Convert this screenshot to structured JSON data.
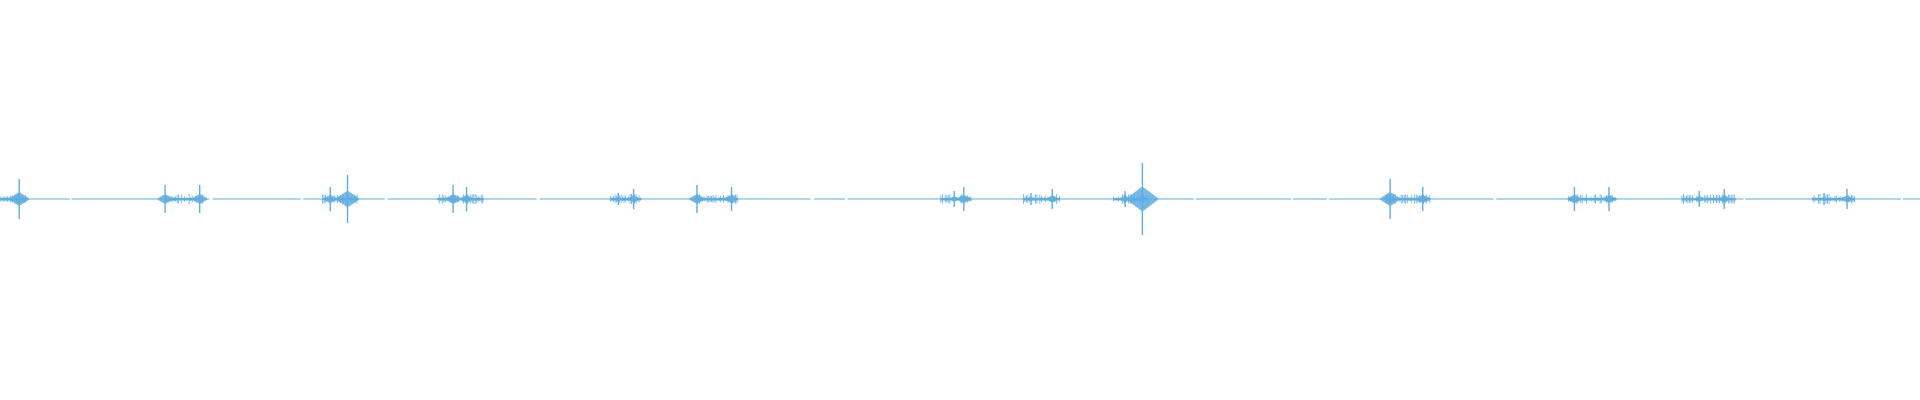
{
  "waveform": {
    "color": "#5dade2",
    "baseline_style": "dotted-segments",
    "peak_amplitudes": [
      {
        "position": 0.01,
        "amplitude": 0.1
      },
      {
        "position": 0.086,
        "amplitude": 0.07
      },
      {
        "position": 0.104,
        "amplitude": 0.07
      },
      {
        "position": 0.172,
        "amplitude": 0.06
      },
      {
        "position": 0.181,
        "amplitude": 0.12
      },
      {
        "position": 0.236,
        "amplitude": 0.07
      },
      {
        "position": 0.243,
        "amplitude": 0.06
      },
      {
        "position": 0.322,
        "amplitude": 0.03
      },
      {
        "position": 0.33,
        "amplitude": 0.05
      },
      {
        "position": 0.363,
        "amplitude": 0.07
      },
      {
        "position": 0.381,
        "amplitude": 0.06
      },
      {
        "position": 0.497,
        "amplitude": 0.04
      },
      {
        "position": 0.502,
        "amplitude": 0.06
      },
      {
        "position": 0.537,
        "amplitude": 0.03
      },
      {
        "position": 0.548,
        "amplitude": 0.05
      },
      {
        "position": 0.586,
        "amplitude": 0.04
      },
      {
        "position": 0.595,
        "amplitude": 0.18
      },
      {
        "position": 0.724,
        "amplitude": 0.1
      },
      {
        "position": 0.741,
        "amplitude": 0.06
      },
      {
        "position": 0.82,
        "amplitude": 0.06
      },
      {
        "position": 0.838,
        "amplitude": 0.06
      },
      {
        "position": 0.885,
        "amplitude": 0.04
      },
      {
        "position": 0.898,
        "amplitude": 0.05
      },
      {
        "position": 0.95,
        "amplitude": 0.03
      },
      {
        "position": 0.962,
        "amplitude": 0.05
      }
    ],
    "clusters": [
      {
        "start": 0.0,
        "end": 0.014
      },
      {
        "start": 0.086,
        "end": 0.106
      },
      {
        "start": 0.168,
        "end": 0.186
      },
      {
        "start": 0.228,
        "end": 0.252
      },
      {
        "start": 0.318,
        "end": 0.334
      },
      {
        "start": 0.362,
        "end": 0.384
      },
      {
        "start": 0.49,
        "end": 0.506
      },
      {
        "start": 0.533,
        "end": 0.552
      },
      {
        "start": 0.58,
        "end": 0.598
      },
      {
        "start": 0.722,
        "end": 0.745
      },
      {
        "start": 0.817,
        "end": 0.842
      },
      {
        "start": 0.876,
        "end": 0.904
      },
      {
        "start": 0.944,
        "end": 0.966
      }
    ]
  }
}
